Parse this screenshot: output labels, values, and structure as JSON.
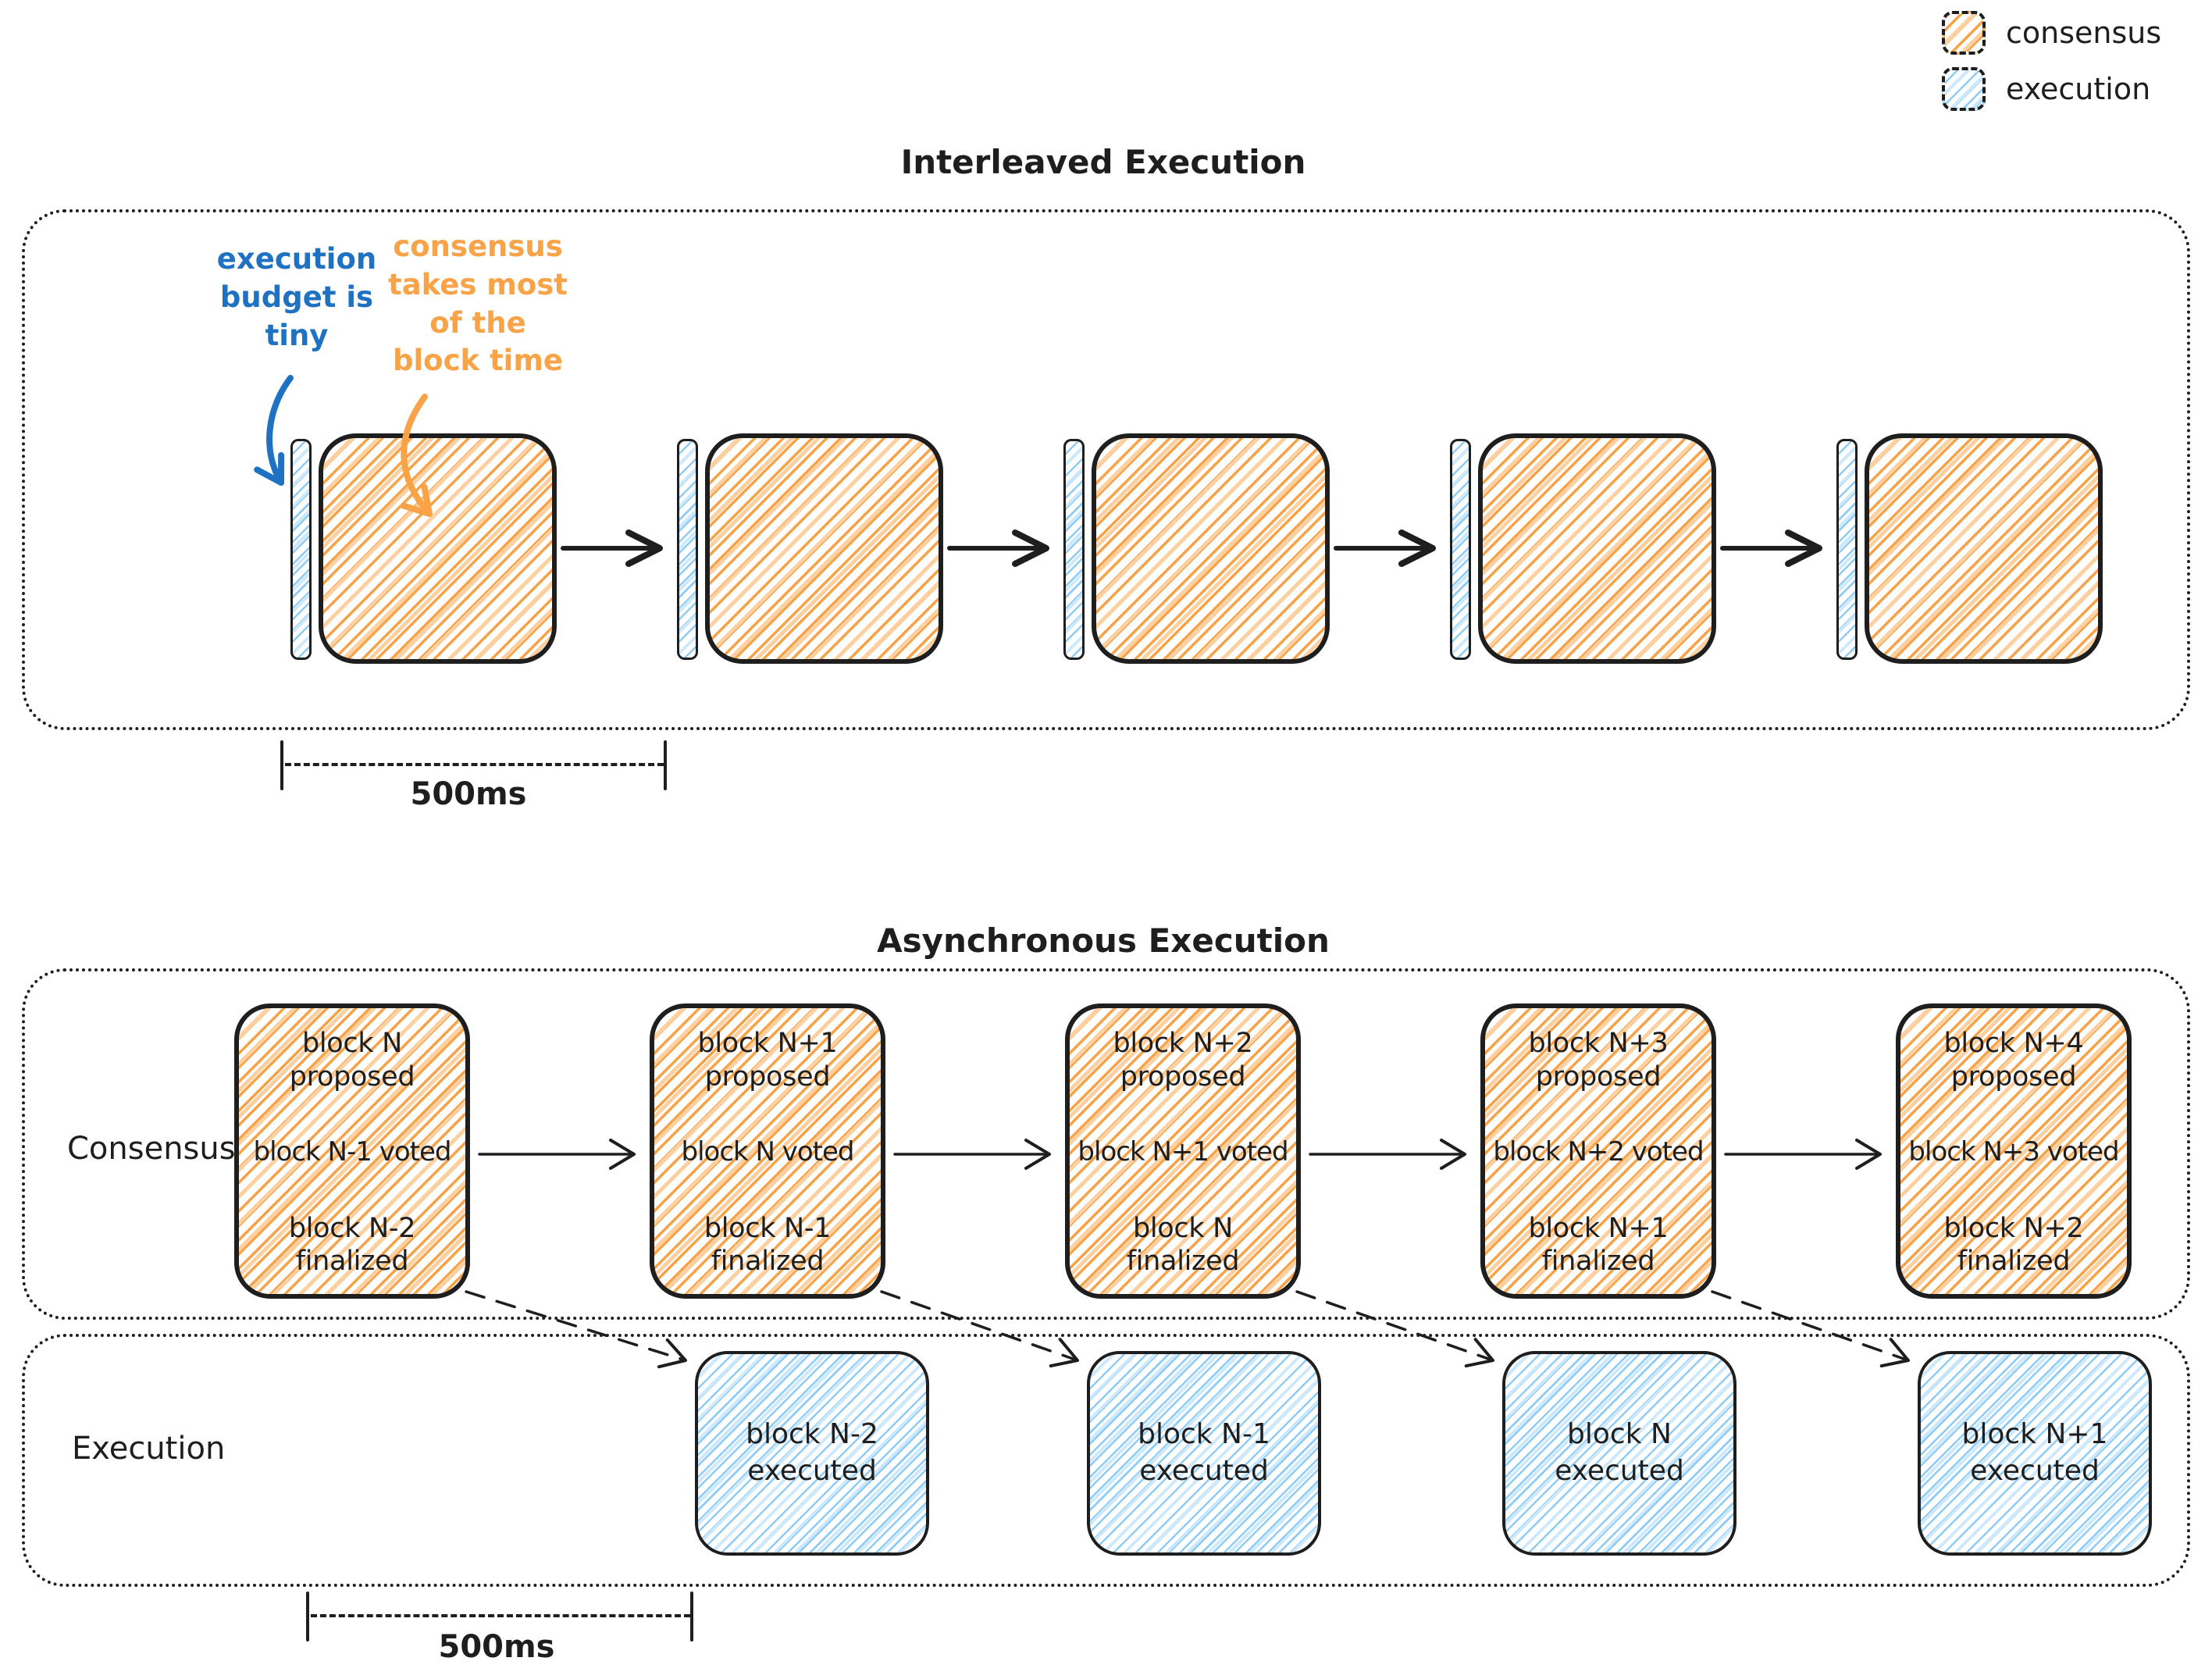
{
  "colors": {
    "ink": "#1e1e1e",
    "orange": "#f9a348",
    "orange-soft": "#fcd0a0",
    "blue-hatch": "#8ecbf7",
    "blue-hatch-soft": "#cfe9fc",
    "blue-accent": "#1f72c1"
  },
  "legend": {
    "consensus_label": "consensus",
    "execution_label": "execution"
  },
  "interleaved": {
    "title": "Interleaved Execution",
    "execution_note": "execution\nbudget is\ntiny",
    "consensus_note": "consensus\ntakes most\nof the\nblock time",
    "timescale_label": "500ms"
  },
  "asynchronous": {
    "title": "Asynchronous Execution",
    "consensus_row_label": "Consensus",
    "execution_row_label": "Execution",
    "timescale_label": "500ms",
    "consensus_boxes": [
      {
        "proposed": "block N proposed",
        "voted": "block N-1 voted",
        "finalized": "block N-2 finalized"
      },
      {
        "proposed": "block N+1 proposed",
        "voted": "block N voted",
        "finalized": "block N-1 finalized"
      },
      {
        "proposed": "block N+2 proposed",
        "voted": "block N+1 voted",
        "finalized": "block N finalized"
      },
      {
        "proposed": "block N+3 proposed",
        "voted": "block N+2 voted",
        "finalized": "block N+1 finalized"
      },
      {
        "proposed": "block N+4 proposed",
        "voted": "block N+3 voted",
        "finalized": "block N+2 finalized"
      }
    ],
    "execution_boxes": [
      {
        "label": "block N-2 executed"
      },
      {
        "label": "block N-1 executed"
      },
      {
        "label": "block N executed"
      },
      {
        "label": "block N+1 executed"
      }
    ]
  }
}
